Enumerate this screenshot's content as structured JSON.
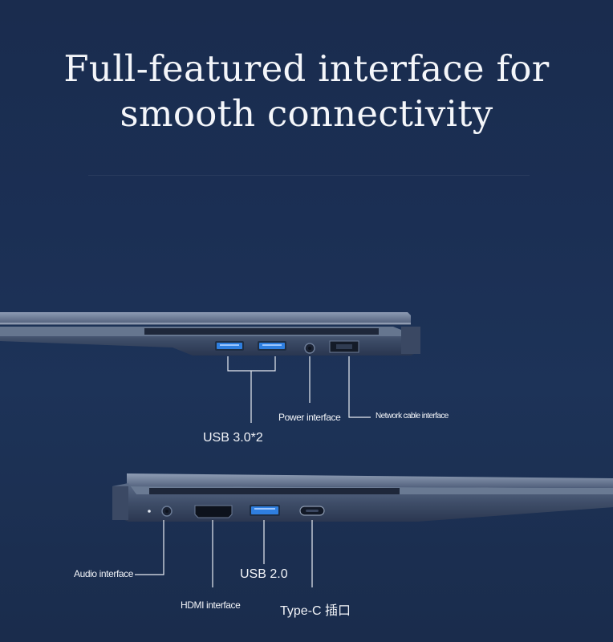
{
  "headline": {
    "line1": "Full-featured interface for",
    "line2": "smooth connectivity"
  },
  "ports": {
    "usb3": "USB 3.0*2",
    "power": "Power interface",
    "network": "Network cable interface",
    "audio": "Audio interface",
    "usb2": "USB 2.0",
    "hdmi": "HDMI interface",
    "typec": "Type-C 插口"
  },
  "colors": {
    "background": "#1b2f54",
    "usb_blue": "#2f7fe0",
    "chassis": "#4d5f7c"
  }
}
